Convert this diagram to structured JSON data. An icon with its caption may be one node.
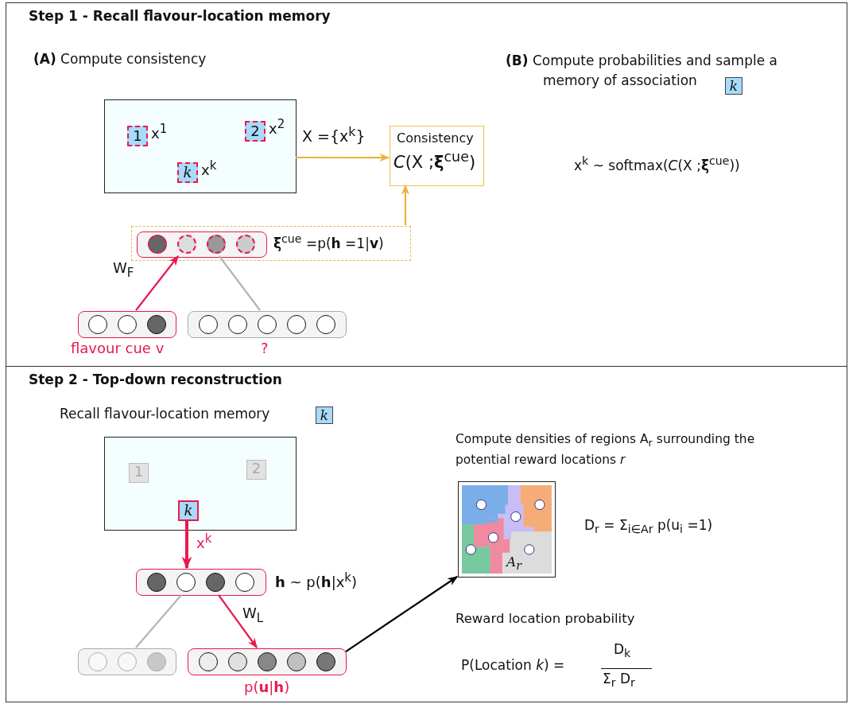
{
  "diagram": {
    "nodes": [
      {
        "text": [
          "Step 1 - Recall flavour-location memory"
        ]
      },
      {
        "text": [],
        "shape": "box",
        "in": 0
      },
      {
        "text": [
          "1"
        ],
        "in": 1,
        "beside": [
          "x$^{1}$"
        ]
      },
      {
        "text": [
          "2"
        ],
        "in": 1,
        "beside": [
          "x$^{2}$"
        ]
      },
      {
        "text": [
          "k"
        ],
        "in": 1,
        "beside": [
          "x$^{k}$"
        ]
      },
      {
        "text": [
          "Consistency",
          "*C*(X ;**ξ**$^{cue}$)"
        ],
        "in": 0
      },
      {
        "text": [
          "**ξ**$^{cue}$ =p(**h** =1|**v**)"
        ],
        "in": 0
      },
      {
        "text": [],
        "shape": "box",
        "in": 6
      },
      {
        "text": [],
        "shape": "box",
        "in": 0,
        "beside": [
          "flavour cue  v"
        ]
      },
      {
        "text": [],
        "shape": "box",
        "in": 0,
        "beside": [
          "?"
        ]
      },
      {
        "text": [
          "Step 2 - Top-down reconstruction"
        ]
      },
      {
        "text": [],
        "shape": "box",
        "in": 10
      },
      {
        "text": [
          "1"
        ],
        "in": 11
      },
      {
        "text": [
          "2"
        ],
        "in": 11
      },
      {
        "text": [
          "k"
        ],
        "in": 11
      },
      {
        "text": [],
        "shape": "box",
        "in": 10,
        "beside": [
          "**h** ~ p(**h**|x$^{k}$)"
        ]
      },
      {
        "text": [],
        "shape": "box",
        "in": 10
      },
      {
        "text": [],
        "shape": "box",
        "in": 10,
        "beside": [
          "p(**u**|**h**)"
        ]
      },
      {
        "text": [
          "A$_{r}$"
        ],
        "in": 10
      }
    ],
    "edges": [
      {
        "from": 1,
        "to": 5,
        "arrow": "to",
        "label": "X ={x$^{k}$}",
        "color": "#e8b440"
      },
      {
        "from": 6,
        "to": 5,
        "arrow": "to",
        "color": "#e8b440"
      },
      {
        "from": 8,
        "to": 7,
        "arrow": "to",
        "label": "W$_{F}$",
        "color": "#e8194f"
      },
      {
        "from": 9,
        "to": 7,
        "arrow": "none",
        "color": "#b4b4b4"
      },
      {
        "from": 14,
        "to": 15,
        "arrow": "to",
        "label": "x$^{k}$",
        "color": "#e8194f",
        "style": "thick"
      },
      {
        "from": 15,
        "to": 16,
        "arrow": "none",
        "color": "#b4b4b4"
      },
      {
        "from": 15,
        "to": 17,
        "arrow": "to",
        "label": "W$_{L}$",
        "color": "#e8194f"
      },
      {
        "from": 17,
        "to": 18,
        "arrow": "to",
        "color": "#000000"
      }
    ],
    "labels": [
      "**(A)** Compute consistency",
      "**(B)** Compute probabilities and sample a memory of association",
      "k",
      "x$^{k}$ ~ softmax(*C*(X ;**ξ**$^{cue}$))",
      "Recall flavour-location memory",
      "k",
      "Compute densities of regions A$_{r}$ surrounding the potential reward locations *r*",
      "D$_{r}$ = Σ$_{i∈Ar}$ p(u$_{i}$ =1)",
      "Reward location probability",
      "P(Location *k*) =",
      "D$_{k}$",
      "Σ$_{r}$ D$_{r}$"
    ]
  }
}
